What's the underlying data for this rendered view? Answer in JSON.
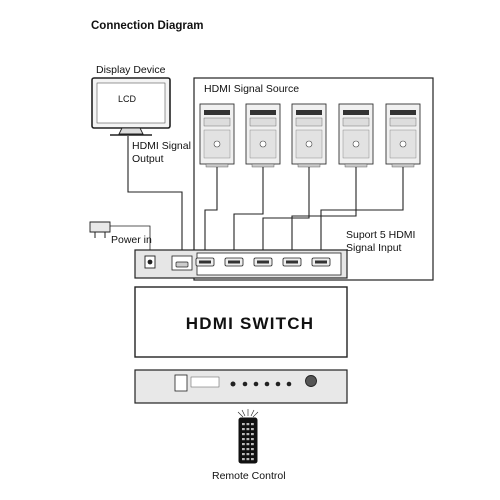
{
  "title": "Connection Diagram",
  "display": {
    "label": "Display Device",
    "screen_text": "LCD"
  },
  "hdmi_output": {
    "line1": "HDMI Signal",
    "line2": "Output"
  },
  "source": {
    "label": "HDMI Signal Source",
    "count": 5
  },
  "support": {
    "line1": "Suport 5 HDMI",
    "line2": "Signal Input"
  },
  "power": {
    "label": "Power in"
  },
  "switch": {
    "label": "HDMI SWITCH"
  },
  "remote": {
    "label": "Remote Control"
  }
}
